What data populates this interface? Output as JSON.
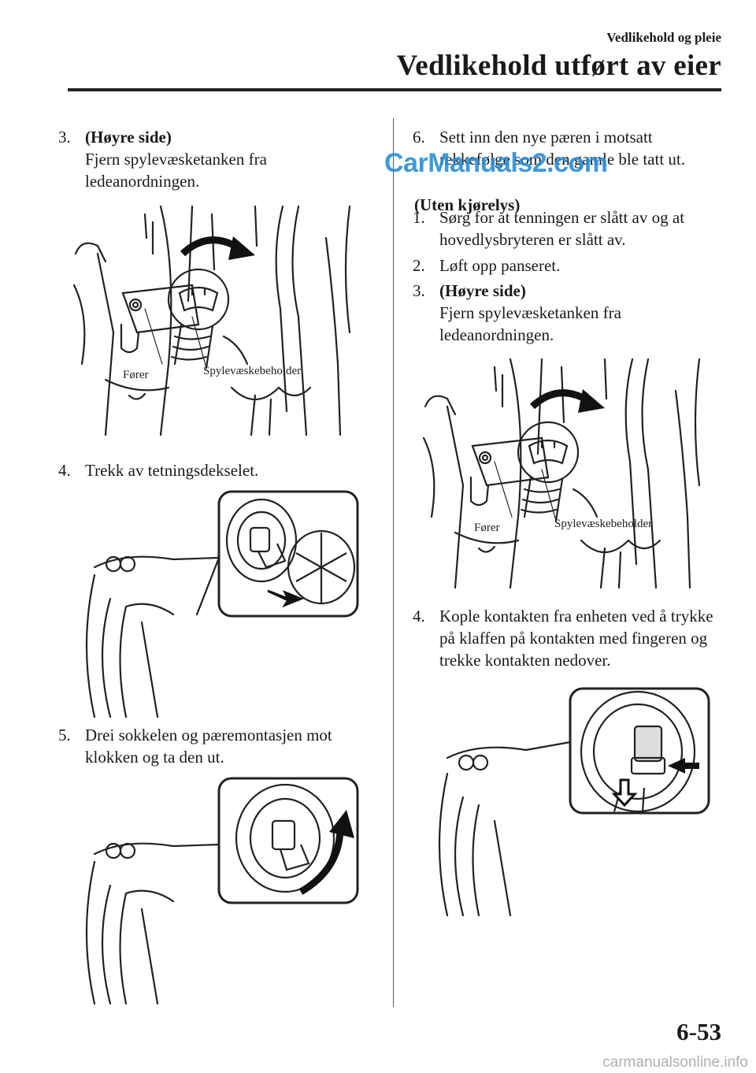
{
  "header": {
    "section": "Vedlikehold og pleie",
    "title": "Vedlikehold utført av eier"
  },
  "left": {
    "step3": {
      "num": "3.",
      "heading": "(Høyre side)",
      "text": "Fjern spylevæsketanken fra ledeanordningen."
    },
    "fig1": {
      "label_forer": "Fører",
      "label_spyle": "Spylevæskebeholder"
    },
    "step4": {
      "num": "4.",
      "text": "Trekk av tetningsdekselet."
    },
    "step5": {
      "num": "5.",
      "text": "Drei sokkelen og pæremontasjen mot klokken og ta den ut."
    }
  },
  "right": {
    "step6": {
      "num": "6.",
      "text": "Sett inn den nye pæren i motsatt rekkefølge som den gamle ble tatt ut."
    },
    "subheading": "(Uten kjørelys)",
    "step1": {
      "num": "1.",
      "text": "Sørg for at tenningen er slått av og at hovedlysbryteren er slått av."
    },
    "step2": {
      "num": "2.",
      "text": "Løft opp panseret."
    },
    "step3": {
      "num": "3.",
      "heading": "(Høyre side)",
      "text": "Fjern spylevæsketanken fra ledeanordningen."
    },
    "fig4": {
      "label_forer": "Fører",
      "label_spyle": "Spylevæskebeholder"
    },
    "step4": {
      "num": "4.",
      "text": "Kople kontakten fra enheten ved å trykke på klaffen på kontakten med fingeren og trekke kontakten nedover."
    }
  },
  "watermark": "CarManuals2.com",
  "page_number": "6-53",
  "footer_watermark": "carmanualsonline.info"
}
